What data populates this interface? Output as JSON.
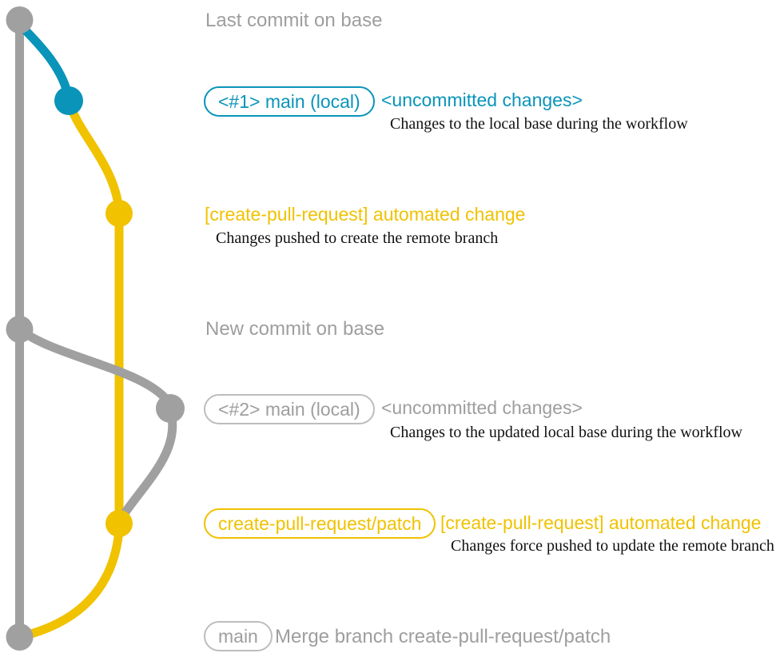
{
  "colors": {
    "teal": "#0A94B9",
    "yellow": "#F0C200",
    "gray_line": "#A0A0A0",
    "gray_text": "#9E9E9E",
    "gray_border": "#BDBDBD",
    "caption_text": "#111111",
    "background": "#FFFFFF"
  },
  "graph": {
    "branches": [
      {
        "name": "base",
        "color": "#A0A0A0"
      },
      {
        "name": "main-local",
        "color": "#0A94B9"
      },
      {
        "name": "create-pull-request-patch",
        "color": "#F0C200"
      }
    ],
    "commits": [
      {
        "name": "last-commit-on-base",
        "branch": "base"
      },
      {
        "name": "uncommitted-changes-1",
        "branch": "main-local"
      },
      {
        "name": "automated-change-1",
        "branch": "create-pull-request-patch"
      },
      {
        "name": "new-commit-on-base",
        "branch": "base"
      },
      {
        "name": "uncommitted-changes-2",
        "branch": "main-local"
      },
      {
        "name": "automated-change-2",
        "branch": "create-pull-request-patch"
      },
      {
        "name": "merge-commit",
        "branch": "base"
      }
    ]
  },
  "annotations": {
    "last_commit": {
      "title": "Last commit on base"
    },
    "row1": {
      "badge": "<#1> main (local)",
      "heading": "<uncommitted changes>",
      "caption": "Changes to the local base during the workflow"
    },
    "row2": {
      "heading": "[create-pull-request] automated change",
      "caption": "Changes pushed to create the remote branch"
    },
    "new_commit": {
      "title": "New commit on base"
    },
    "row3": {
      "badge": "<#2> main (local)",
      "heading": "<uncommitted changes>",
      "caption": "Changes to the updated local base during the workflow"
    },
    "row4": {
      "badge": "create-pull-request/patch",
      "heading": "[create-pull-request] automated change",
      "caption": "Changes force pushed to update the remote branch"
    },
    "merge": {
      "badge": "main",
      "heading": "Merge branch create-pull-request/patch"
    }
  }
}
